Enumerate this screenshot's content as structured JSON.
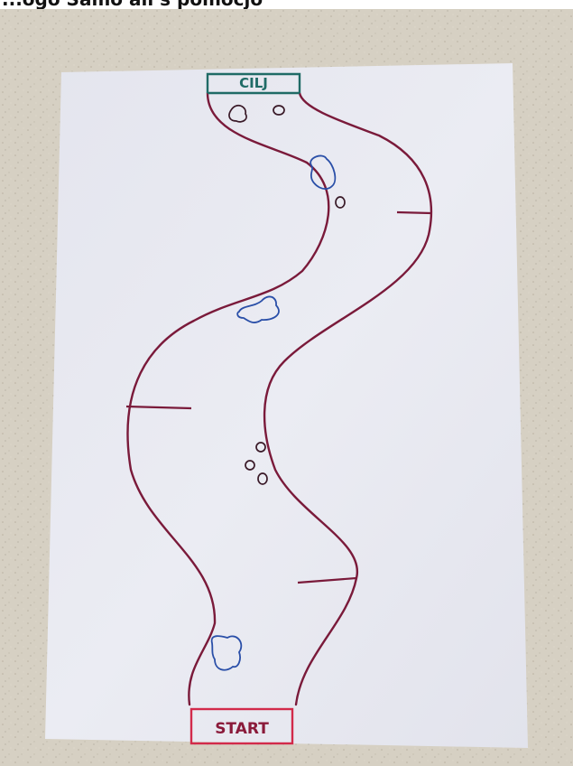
{
  "top_strip": {
    "text": "...ogo Samo ali s pomočjo"
  },
  "board": {
    "finish_label": "CILJ",
    "start_label": "START"
  },
  "colors": {
    "table": "#d8d3c8",
    "paper": "#e9eaf2",
    "road_edge": "#7a1a3a",
    "finish_box": "#1f6b66",
    "start_box": "#d22a4a",
    "puddle": "#2a4fa8",
    "rock": "#3a1a28"
  }
}
